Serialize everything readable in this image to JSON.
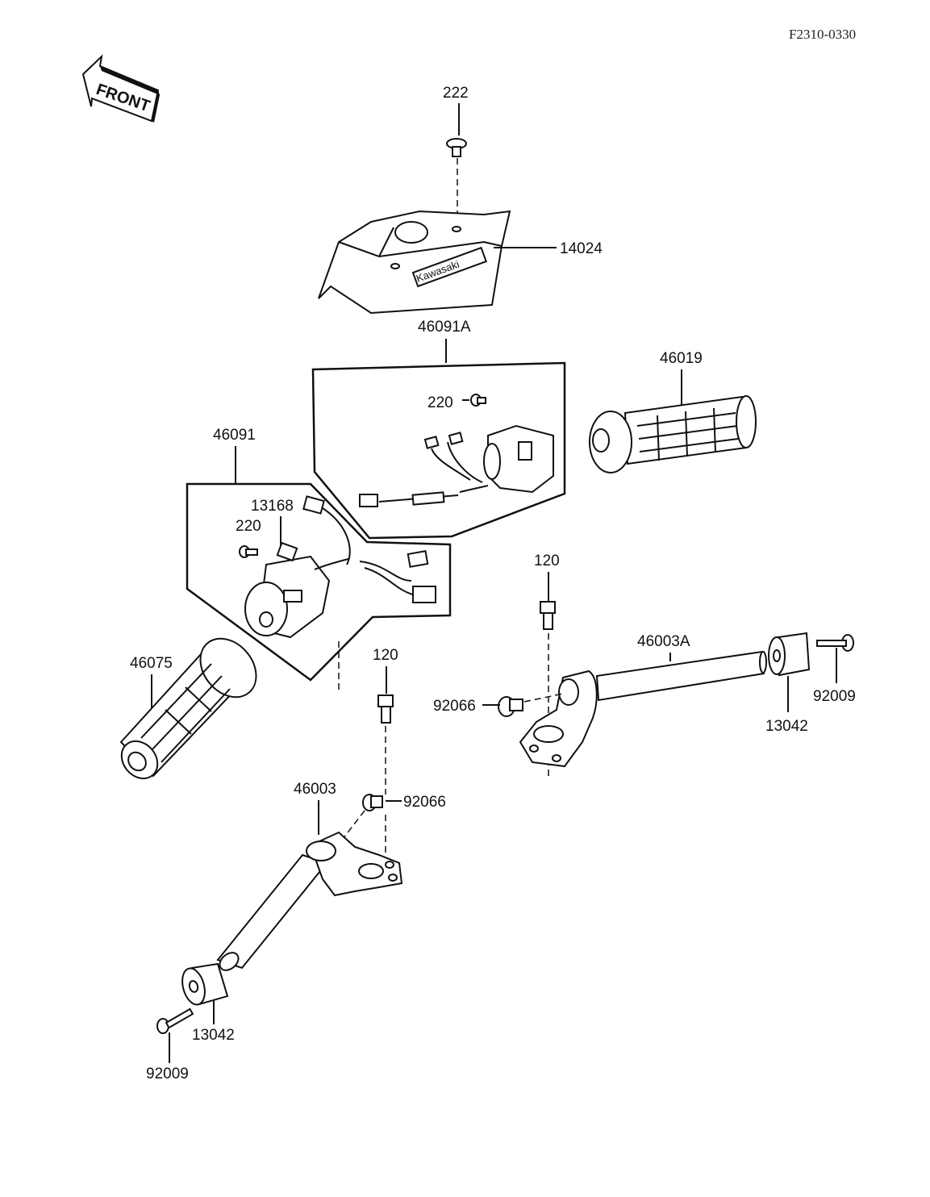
{
  "document_code": "F2310-0330",
  "direction_label": "FRONT",
  "brand_text": "Kawasaki",
  "labels": {
    "p222": "222",
    "p14024": "14024",
    "p46091A": "46091A",
    "p220_a": "220",
    "p46019": "46019",
    "p46091": "46091",
    "p13168": "13168",
    "p220_b": "220",
    "p46075": "46075",
    "p120_a": "120",
    "p46003A": "46003A",
    "p92066_a": "92066",
    "p92009_a": "92009",
    "p13042_a": "13042",
    "p120_b": "120",
    "p46003": "46003",
    "p92066_b": "92066",
    "p13042_b": "13042",
    "p92009_b": "92009"
  }
}
